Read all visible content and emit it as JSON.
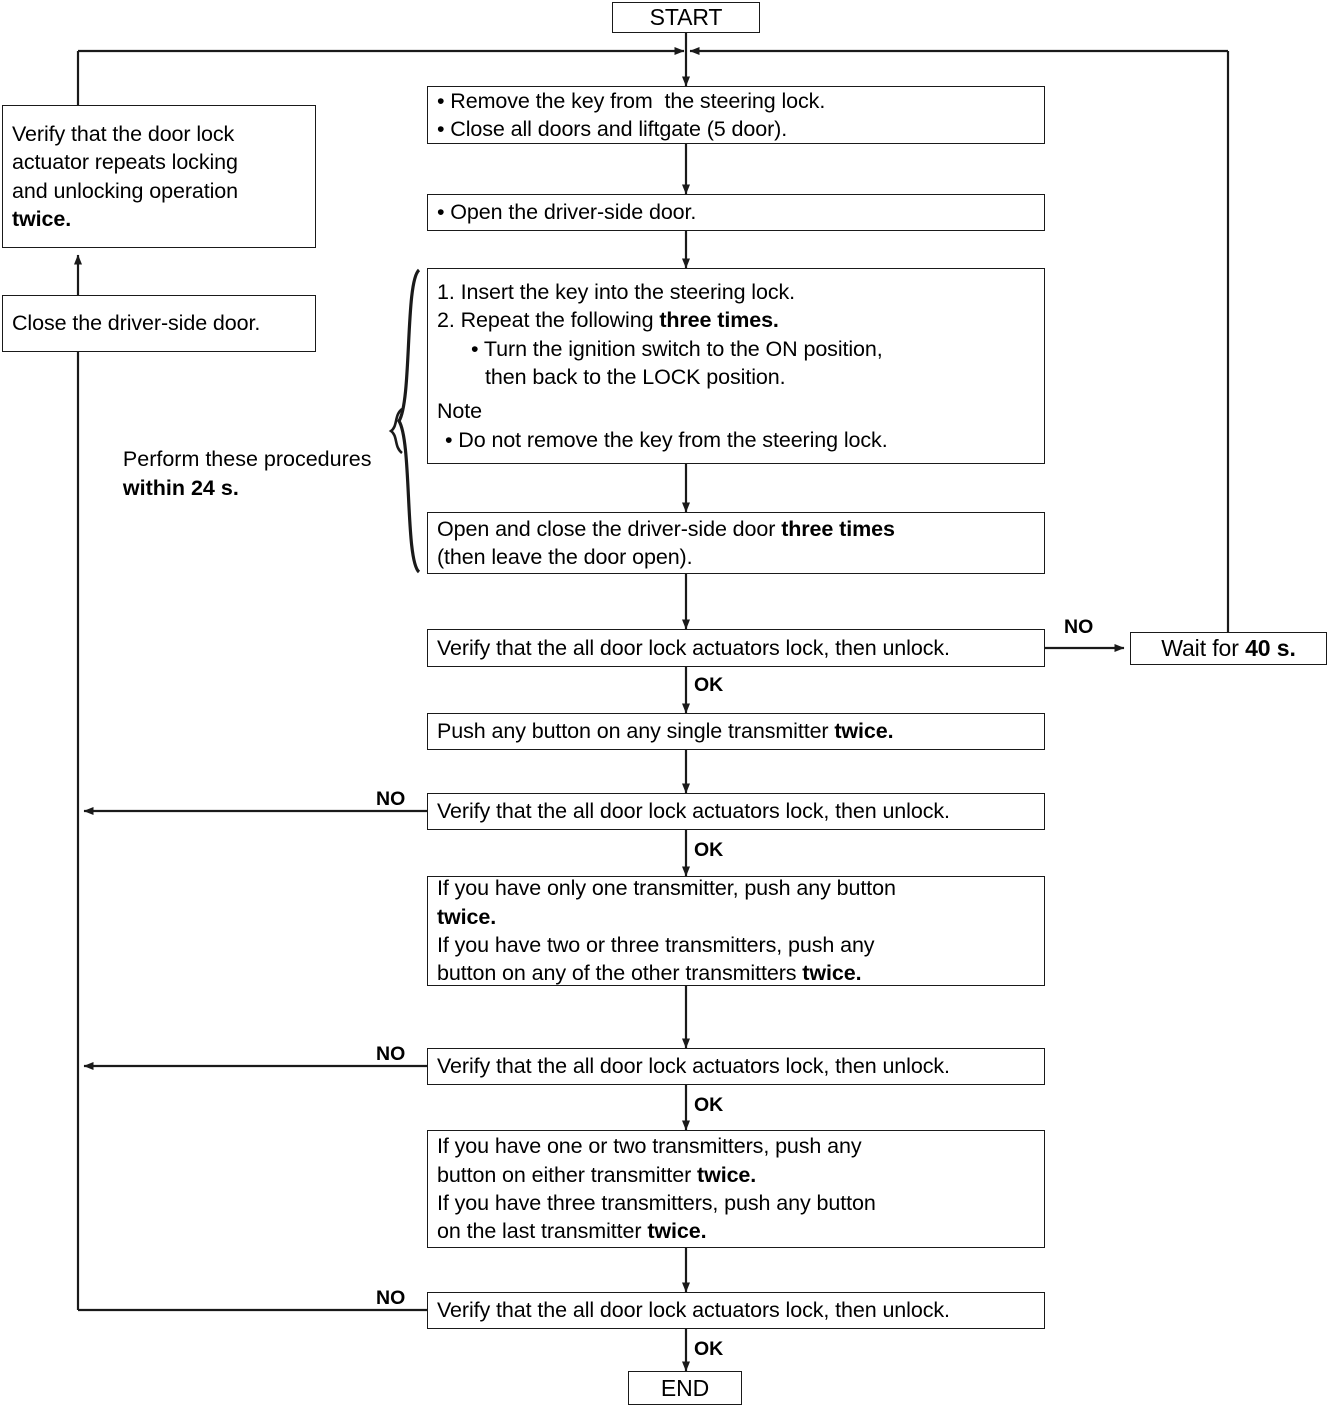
{
  "diagram": {
    "title": "Keyless entry transmitter registration flowchart",
    "colors": {
      "line": "#1a1a1a",
      "background": "#ffffff",
      "text": "#000000"
    },
    "terminals": {
      "start": "START",
      "end": "END"
    },
    "nodes": {
      "prep": {
        "lines": [
          "• Remove the key from  the steering lock.",
          "• Close all doors and liftgate (5 door)."
        ]
      },
      "open_door": {
        "lines": [
          "• Open the driver-side door."
        ]
      },
      "ignition_cycle": {
        "lines": [
          "1. Insert the key into the steering lock.",
          "2. Repeat the following three times.",
          "• Turn the ignition switch to the ON position,",
          "then back to the LOCK position.",
          "Note",
          "• Do not remove the key from the steering lock."
        ],
        "bold_fragments": [
          "three times."
        ]
      },
      "door_cycle": {
        "lines": [
          "Open and close the driver-side door three times",
          "(then leave the door open)."
        ],
        "bold_fragments": [
          "three times"
        ]
      },
      "verify_1": {
        "text": "Verify that the all door lock actuators lock, then unlock."
      },
      "wait_40s": {
        "prefix": "Wait for ",
        "bold": "40 s."
      },
      "push_single": {
        "prefix": "Push any button on any single transmitter ",
        "bold": "twice."
      },
      "verify_2": {
        "text": "Verify that the all door lock actuators lock, then unlock."
      },
      "transmitters_a": {
        "lines": [
          "If you have only one transmitter, push any button",
          "twice.",
          "If you have two or three transmitters, push any",
          "button on any of the other transmitters twice."
        ]
      },
      "verify_3": {
        "text": "Verify that the all door lock actuators lock, then unlock."
      },
      "transmitters_b": {
        "lines": [
          "If you have one or two transmitters, push any",
          "button on either transmitter twice.",
          "If you have three transmitters, push any button",
          "on the last transmitter twice."
        ]
      },
      "verify_4": {
        "text": "Verify that the all door lock actuators lock, then unlock."
      },
      "verify_actuator": {
        "lines": [
          "Verify that the door lock",
          "actuator repeats locking",
          "and unlocking operation",
          "twice."
        ]
      },
      "close_door": {
        "text": "Close the driver-side door."
      }
    },
    "annotations": {
      "timing_note_line1": "Perform these procedures",
      "timing_note_line2": "within 24 s."
    },
    "edge_labels": {
      "no_1": "NO",
      "ok_1": "OK",
      "no_2": "NO",
      "ok_2": "OK",
      "no_3": "NO",
      "ok_3": "OK",
      "no_4": "NO",
      "ok_4": "OK"
    }
  }
}
